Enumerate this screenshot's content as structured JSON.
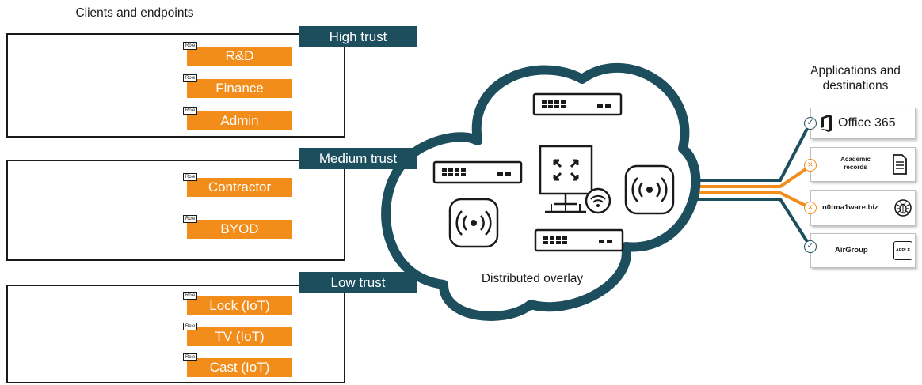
{
  "clients_heading": "Clients and endpoints",
  "apps_heading": "Applications and destinations",
  "cloud_label": "Distributed overlay",
  "role_tag": "Role",
  "groups": {
    "high": {
      "label": "High trust",
      "roles": [
        "R&D",
        "Finance",
        "Admin"
      ]
    },
    "medium": {
      "label": "Medium trust",
      "roles": [
        "Contractor",
        "BYOD"
      ]
    },
    "low": {
      "label": "Low trust",
      "roles": [
        "Lock (IoT)",
        "TV (IoT)",
        "Cast (IoT)"
      ]
    }
  },
  "apps": [
    {
      "name": "Office 365",
      "status": "allowed",
      "icon": "office-logo-icon"
    },
    {
      "name": "Academic records",
      "status": "blocked",
      "icon": "document-icon"
    },
    {
      "name": "n0tma1ware.biz",
      "status": "blocked",
      "icon": "bug-icon"
    },
    {
      "name": "AirGroup",
      "status": "allowed",
      "icon": "apple-icon",
      "icon_text": "APPLE"
    }
  ],
  "colors": {
    "accent": "#f28c1a",
    "teal": "#1d4e5e",
    "outline": "#1a1a1a"
  }
}
